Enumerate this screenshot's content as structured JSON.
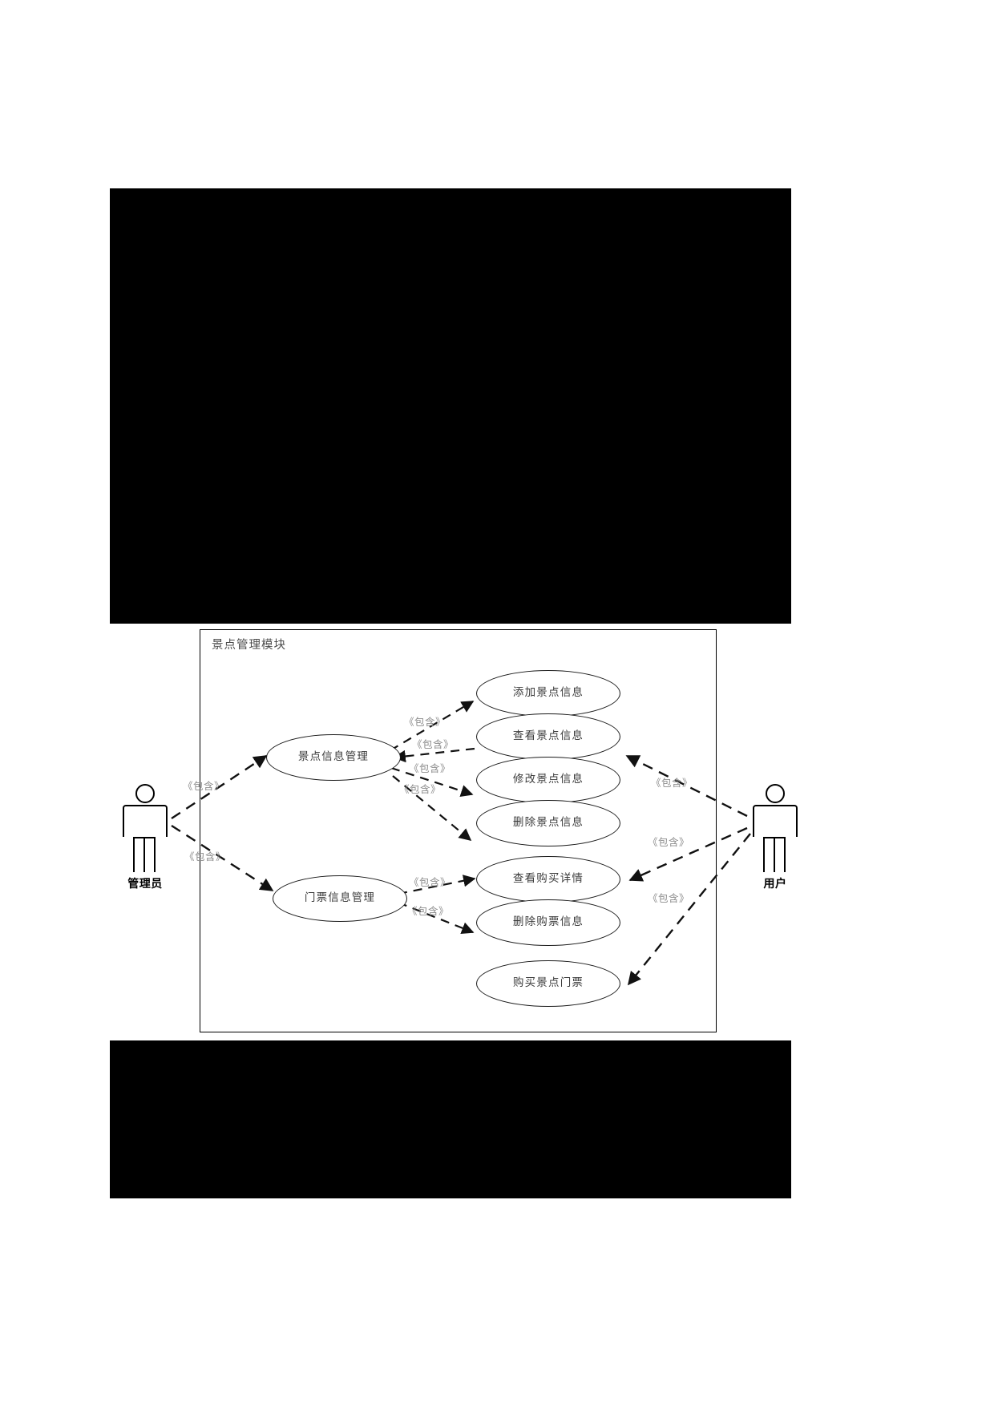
{
  "page": {
    "background": "#ffffff",
    "mask_color": "#000000"
  },
  "diagram": {
    "type": "uml-use-case",
    "system_boundary_title": "景点管理模块",
    "actors": [
      {
        "id": "admin",
        "label": "管理员",
        "side": "left"
      },
      {
        "id": "user",
        "label": "用户",
        "side": "right"
      }
    ],
    "use_cases": [
      {
        "id": "uc-scenic-manage",
        "label": "景点信息管理",
        "group": "manager"
      },
      {
        "id": "uc-ticket-manage",
        "label": "门票信息管理",
        "group": "manager"
      },
      {
        "id": "uc-add-scenic",
        "label": "添加景点信息",
        "group": "scenic"
      },
      {
        "id": "uc-view-scenic",
        "label": "查看景点信息",
        "group": "scenic"
      },
      {
        "id": "uc-edit-scenic",
        "label": "修改景点信息",
        "group": "scenic"
      },
      {
        "id": "uc-delete-scenic",
        "label": "删除景点信息",
        "group": "scenic"
      },
      {
        "id": "uc-view-purchase",
        "label": "查看购买详情",
        "group": "ticket"
      },
      {
        "id": "uc-delete-ticket",
        "label": "删除购票信息",
        "group": "ticket"
      },
      {
        "id": "uc-buy-ticket",
        "label": "购买景点门票",
        "group": "ticket"
      }
    ],
    "relationship_label": "《包含》",
    "relationships": [
      {
        "from": "admin",
        "to": "uc-scenic-manage",
        "label": "《包含》"
      },
      {
        "from": "admin",
        "to": "uc-ticket-manage",
        "label": "《包含》"
      },
      {
        "from": "uc-scenic-manage",
        "to": "uc-add-scenic",
        "label": "《包含》"
      },
      {
        "from": "uc-scenic-manage",
        "to": "uc-view-scenic",
        "label": "《包含》"
      },
      {
        "from": "uc-scenic-manage",
        "to": "uc-edit-scenic",
        "label": "《包含》"
      },
      {
        "from": "uc-scenic-manage",
        "to": "uc-delete-scenic",
        "label": "《包含》"
      },
      {
        "from": "uc-ticket-manage",
        "to": "uc-view-purchase",
        "label": "《包含》"
      },
      {
        "from": "uc-ticket-manage",
        "to": "uc-delete-ticket",
        "label": "《包含》"
      },
      {
        "from": "user",
        "to": "uc-view-scenic",
        "label": "《包含》"
      },
      {
        "from": "user",
        "to": "uc-view-purchase",
        "label": "《包含》"
      },
      {
        "from": "user",
        "to": "uc-buy-ticket",
        "label": "《包含》"
      }
    ],
    "stereotype_labels": [
      {
        "id": "st-admin-scenic",
        "text": "《包含》"
      },
      {
        "id": "st-admin-ticket",
        "text": "《包含》"
      },
      {
        "id": "st-scenic-add",
        "text": "《包含》"
      },
      {
        "id": "st-scenic-view",
        "text": "《包含》"
      },
      {
        "id": "st-scenic-edit",
        "text": "《包含》"
      },
      {
        "id": "st-scenic-del",
        "text": "《包含》"
      },
      {
        "id": "st-ticket-view",
        "text": "《包含》"
      },
      {
        "id": "st-ticket-del",
        "text": "《包含》"
      },
      {
        "id": "st-user-view",
        "text": "《包含》"
      },
      {
        "id": "st-user-purchase",
        "text": "《包含》"
      },
      {
        "id": "st-user-buy",
        "text": "《包含》"
      }
    ]
  }
}
